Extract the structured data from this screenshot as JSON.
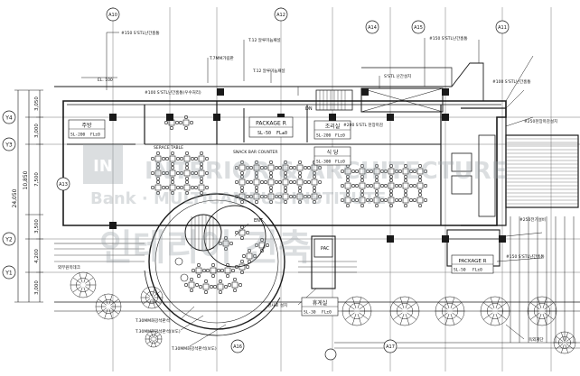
{
  "grid_rows": [
    "Y4",
    "Y3",
    "Y2",
    "Y1"
  ],
  "grid_cols": [
    "A10",
    "A12",
    "A14",
    "A15",
    "A11",
    "A13",
    "A16",
    "A17"
  ],
  "dims_left": {
    "outer": "24,050",
    "inner_top": "10,850",
    "d_3050": "3,050",
    "d_3000_top": "3,000",
    "d_7500": "7,500",
    "d_3500": "3,500",
    "d_4200": "4,200",
    "d_3000_bottom": "3,000"
  },
  "room_tags": {
    "package_upper": {
      "name": "PACKAGE R",
      "code": "SL-50",
      "level": "FL±0"
    },
    "package_lower": {
      "name": "PACKAGE R",
      "code": "SL-50",
      "level": "FL±0"
    },
    "entry_hall": {
      "name": "주방",
      "code": "SL-200",
      "level": "FL±0"
    },
    "dining_center": {
      "name": "식 당",
      "code": "SL-300",
      "level": "FL±0"
    },
    "dining_left": {
      "name": "조리실",
      "code": "SL-200",
      "level": "FL±0"
    },
    "small_room": {
      "name": "휴게실",
      "code": "SL-30",
      "level": "FL±0"
    }
  },
  "labels": {
    "serace_table": "SERACE TABLE",
    "snack_counter": "SNACK BAR COUNTER",
    "ent": "ENT",
    "dn": "DN",
    "el_top": "EL. 100",
    "pac": "PAC"
  },
  "notes": {
    "n1": "#150 S'STL난간홈통",
    "n2": "#100 S'STL난간홈통(우수처리)",
    "n3": "T.7MM가림판",
    "n4": "T.12 알루미늄패널",
    "n5": "S'STL 난간설치",
    "n6": "#200 S'STL 천장마감",
    "n7": "#150 S'STL난간홈통",
    "n8": "#100 S'STL난간홈통",
    "n9": "#250천장마감설치",
    "n10": "#250전기설비",
    "n11": "T.30MM화강석판석",
    "n12": "T.30MM화강석판석(보도)",
    "n13": "T.30MM화강석판석(보도)",
    "n14": "외부원목데크",
    "n15": "#150 S'STL난간홈통",
    "n16": "경사로 설치",
    "n17": "옥외계단"
  },
  "watermark": {
    "line1": "INTERIOR & ARCHITECTURE",
    "line2": "Bank · MULTICAMPUS INSTITUTE",
    "line3": "인테리어 건축"
  },
  "colors": {
    "line": "#1a1a1a",
    "dim": "#333333",
    "grid": "#555555",
    "watermark": "#9aa3a8",
    "hatch": "#444444"
  }
}
